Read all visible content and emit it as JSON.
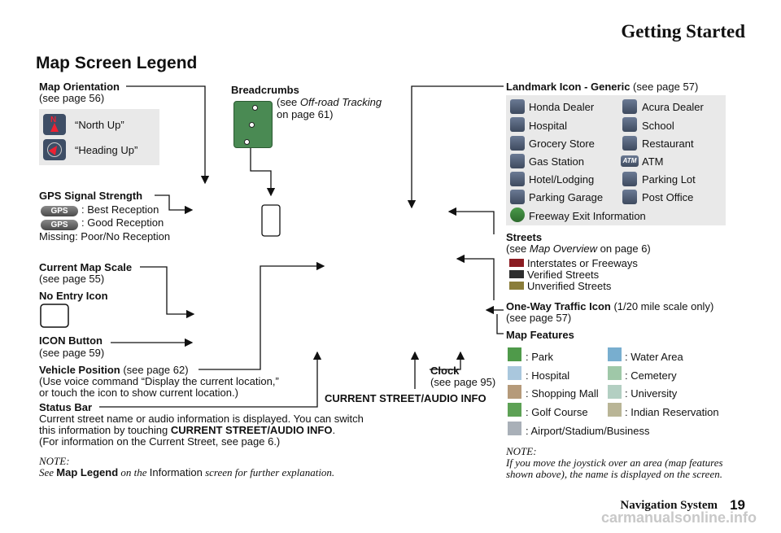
{
  "header": {
    "section": "Getting Started",
    "footer_title": "Navigation System",
    "page_number": "19"
  },
  "title": "Map Screen Legend",
  "map_orientation": {
    "label": "Map Orientation",
    "ref": "(see page 56)",
    "north_up": "“North Up”",
    "heading_up": "“Heading Up”"
  },
  "breadcrumbs": {
    "label": "Breadcrumbs",
    "ref_pre": "(see ",
    "ref_italic": "Off-road Tracking",
    "ref_post": "on page 61)"
  },
  "gps": {
    "label": "GPS Signal Strength",
    "badge": "GPS",
    "best": ": Best Reception",
    "good": ": Good Reception",
    "missing": "Missing: Poor/No Reception"
  },
  "map_scale": {
    "label": "Current Map Scale",
    "ref": "(see page 55)"
  },
  "no_entry": {
    "label": "No Entry Icon"
  },
  "icon_button": {
    "label": "ICON Button",
    "ref": "(see page 59)"
  },
  "vehicle": {
    "label": "Vehicle Position",
    "ref": " (see page 62)",
    "line2": "(Use voice command “Display the current location,”",
    "line3": "or touch the icon to show current location.)"
  },
  "status_bar": {
    "label": "Status Bar",
    "line1": "Current street name or audio information is displayed. You can switch",
    "line2_pre": "this information by touching ",
    "line2_bold": "CURRENT STREET/AUDIO INFO",
    "line2_post": ".",
    "line3": "(For information on the Current Street, see page 6.)"
  },
  "current_street": "CURRENT STREET/AUDIO INFO",
  "clock": {
    "label": "Clock",
    "ref": "(see page 95)"
  },
  "note_left": {
    "label": "NOTE:",
    "see": "See ",
    "bold": "Map Legend",
    "mid": " on the ",
    "info": "Information",
    "end": " screen for further explanation."
  },
  "landmark": {
    "label": "Landmark Icon - Generic",
    "ref": " (see page 57)",
    "left": [
      "Honda Dealer",
      "Hospital",
      "Grocery Store",
      "Gas Station",
      "Hotel/Lodging",
      "Parking Garage",
      "Freeway Exit Information"
    ],
    "right": [
      "Acura Dealer",
      "School",
      "Restaurant",
      "ATM",
      "Parking Lot",
      "Post Office"
    ],
    "atm_icon": "ATM"
  },
  "streets": {
    "label": "Streets",
    "ref_pre": "(see ",
    "ref_italic": "Map Overview",
    "ref_post": " on page 6)",
    "items": [
      {
        "name": "Interstates or Freeways",
        "color": "#8b1c22"
      },
      {
        "name": "Verified Streets",
        "color": "#2e2e2e"
      },
      {
        "name": "Unverified Streets",
        "color": "#8a7d3a"
      }
    ]
  },
  "one_way": {
    "label": "One-Way Traffic Icon",
    "note": " (1/20 mile scale only)",
    "ref": "(see page 57)"
  },
  "map_features": {
    "label": "Map Features",
    "left": [
      {
        "name": ": Park",
        "color": "#4f9a4a"
      },
      {
        "name": ": Hospital",
        "color": "#a9c7dd"
      },
      {
        "name": ": Shopping Mall",
        "color": "#b59a7a"
      },
      {
        "name": ": Golf Course",
        "color": "#5da155"
      },
      {
        "name": ": Airport/Stadium/Business",
        "color": "#a9b0b8"
      }
    ],
    "right": [
      {
        "name": ": Water Area",
        "color": "#78aecf"
      },
      {
        "name": ": Cemetery",
        "color": "#9fc8a8"
      },
      {
        "name": ": University",
        "color": "#b3cfc2"
      },
      {
        "name": ": Indian Reservation",
        "color": "#b9b596"
      }
    ]
  },
  "note_right": {
    "label": "NOTE:",
    "line1": "If you move the joystick over an area (map features",
    "line2": "shown above), the name is displayed on the screen."
  },
  "watermark": "carmanualsonline.info"
}
